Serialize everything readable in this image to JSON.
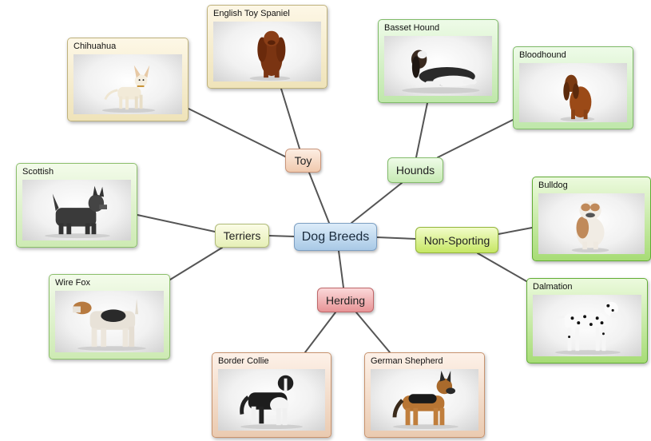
{
  "center": {
    "label": "Dog Breeds"
  },
  "groups": [
    {
      "id": "toy",
      "label": "Toy"
    },
    {
      "id": "hounds",
      "label": "Hounds"
    },
    {
      "id": "terriers",
      "label": "Terriers"
    },
    {
      "id": "nonsporting",
      "label": "Non-Sporting"
    },
    {
      "id": "herding",
      "label": "Herding"
    }
  ],
  "breeds": {
    "chihuahua": "Chihuahua",
    "spaniel": "English Toy Spaniel",
    "basset": "Basset Hound",
    "bloodhound": "Bloodhound",
    "scottish": "Scottish",
    "wirefox": "Wire Fox",
    "bulldog": "Bulldog",
    "dalmation": "Dalmation",
    "collie": "Border Collie",
    "shepherd": "German Shepherd"
  },
  "colors": {
    "connector": "#555555",
    "center": "#a9c9e6",
    "toy": "#f0c9ad",
    "hounds": "#c6eab3",
    "terriers": "#e6efb7",
    "nonsporting": "#c6e764",
    "herding": "#e79496"
  }
}
